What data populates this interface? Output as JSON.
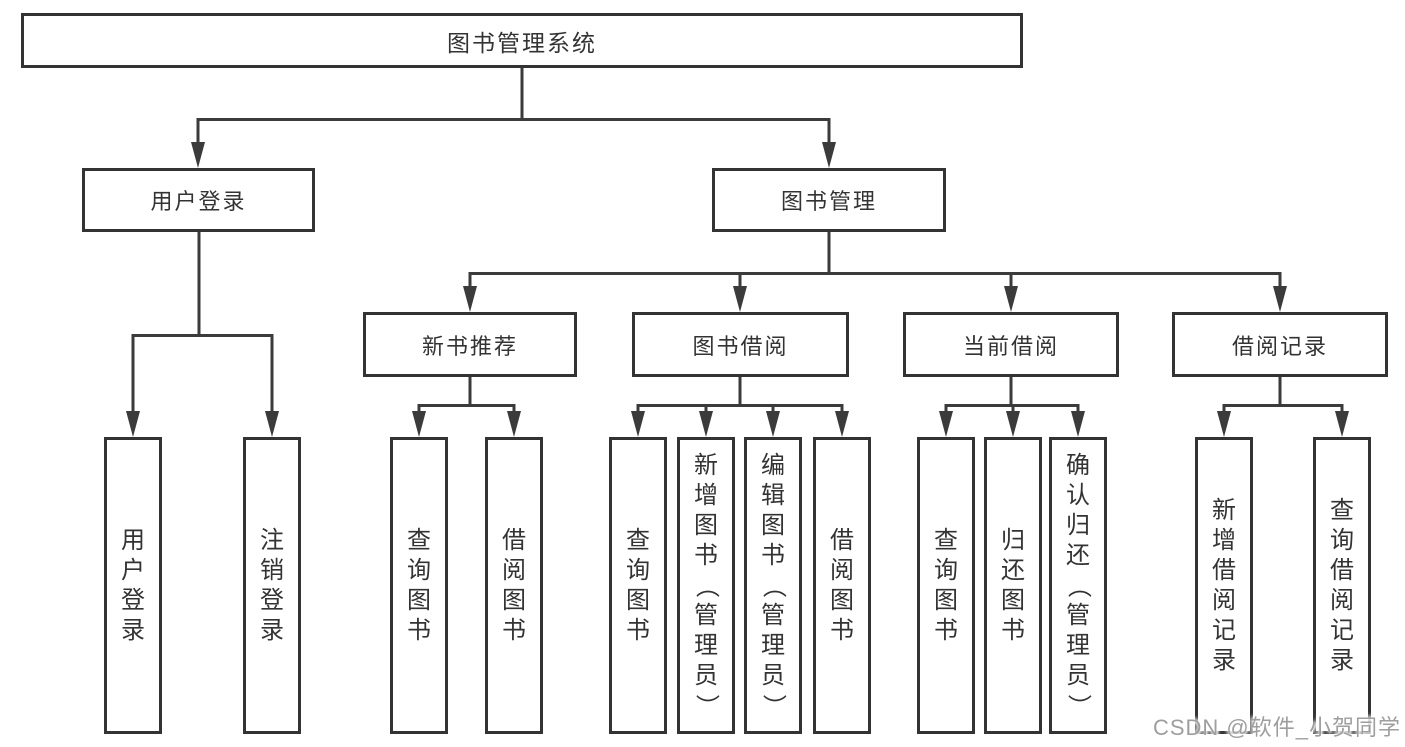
{
  "tree": {
    "label": "图书管理系统",
    "children": [
      {
        "label": "用户登录",
        "children": [
          {
            "label": "用户登录"
          },
          {
            "label": "注销登录"
          }
        ]
      },
      {
        "label": "图书管理",
        "children": [
          {
            "label": "新书推荐",
            "children": [
              {
                "label": "查询图书"
              },
              {
                "label": "借阅图书"
              }
            ]
          },
          {
            "label": "图书借阅",
            "children": [
              {
                "label": "查询图书"
              },
              {
                "label": "新增图书（管理员）"
              },
              {
                "label": "编辑图书（管理员）"
              },
              {
                "label": "借阅图书"
              }
            ]
          },
          {
            "label": "当前借阅",
            "children": [
              {
                "label": "查询图书"
              },
              {
                "label": "归还图书"
              },
              {
                "label": "确认归还（管理员）"
              }
            ]
          },
          {
            "label": "借阅记录",
            "children": [
              {
                "label": "新增借阅记录"
              },
              {
                "label": "查询借阅记录"
              }
            ]
          }
        ]
      }
    ]
  },
  "watermark": {
    "text": "CSDN @软件_小贺同学"
  },
  "colors": {
    "line": "#3b3b3b",
    "border": "#333333",
    "text": "#333333",
    "background": "#ffffff",
    "watermark": "#9e9e9e"
  }
}
